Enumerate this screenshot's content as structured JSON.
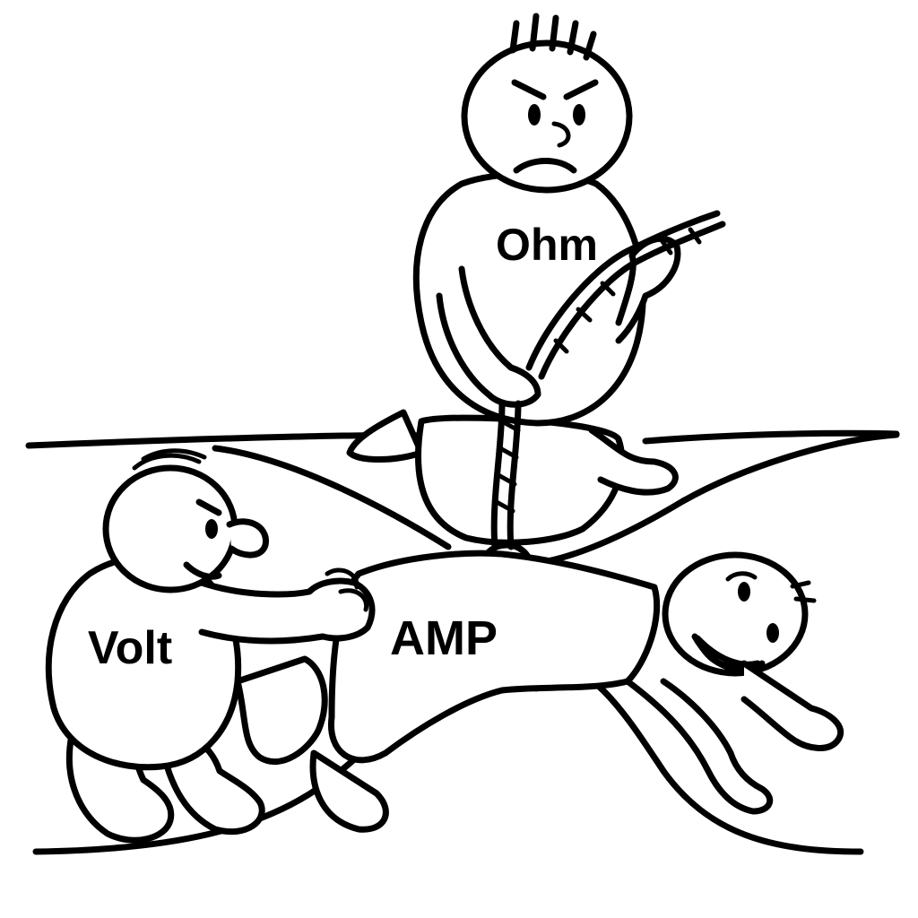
{
  "characters": {
    "ohm": {
      "label": "Ohm"
    },
    "volt": {
      "label": "Volt"
    },
    "amp": {
      "label": "AMP"
    }
  },
  "colors": {
    "ink": "#000000",
    "paper": "#ffffff"
  }
}
